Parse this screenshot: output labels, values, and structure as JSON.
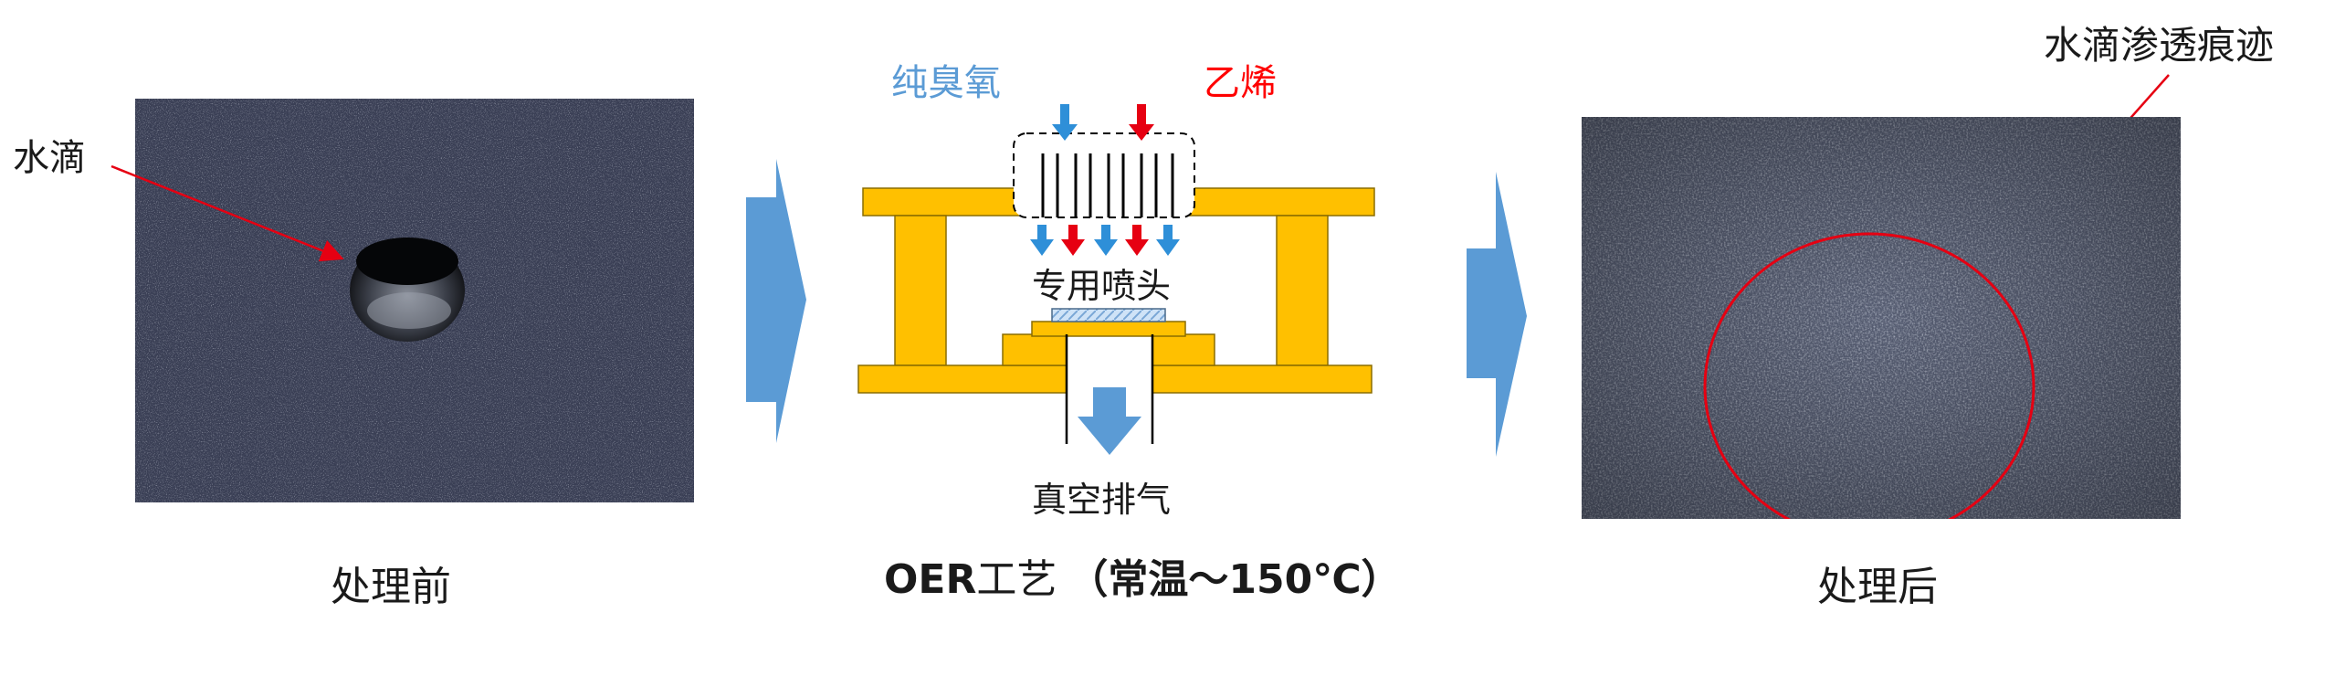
{
  "left_panel": {
    "callout": "水滴",
    "caption": "处理前"
  },
  "center_panel": {
    "gas_ozone": "纯臭氧",
    "gas_ethylene": "乙烯",
    "nozzle_label": "专用喷头",
    "exhaust_label": "真空排气",
    "process_prefix": "OER",
    "process_mid": "工艺",
    "process_condition": "（常温～150℃）"
  },
  "right_panel": {
    "callout": "水滴渗透痕迹",
    "caption": "处理后"
  },
  "colors": {
    "ozone_text": "#5b9bd5",
    "ethylene_text": "#ff0000",
    "frame_yellow": "#ffc000",
    "arrow_blue": "#5b9bd5",
    "callout_red": "#e60012"
  }
}
